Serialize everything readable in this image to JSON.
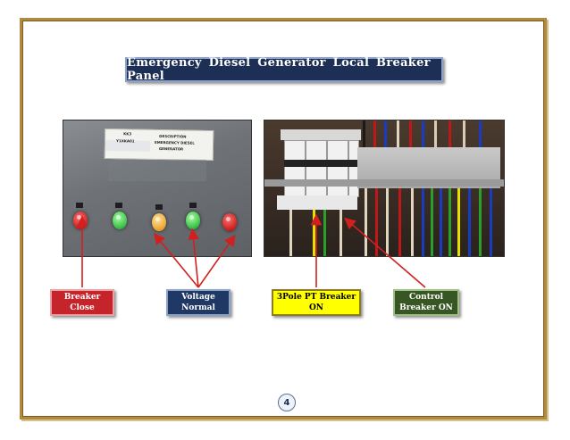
{
  "slide": {
    "title": "Emergency  Diesel  Generator  Local  Breaker  Panel",
    "page_number": "4"
  },
  "nameplate": {
    "line_1_left": "KK3",
    "line_1_right": "DESCRIPTION",
    "line_2_left": "Y1XKA01",
    "line_2_right": "EMERGENCY DIESEL",
    "line_3_right": "GENERATOR"
  },
  "labels": {
    "breaker_close": {
      "line1": "Breaker",
      "line2": "Close"
    },
    "voltage_normal": {
      "line1": "Voltage",
      "line2": "Normal"
    },
    "pt_breaker_on": {
      "line1": "3Pole PT Breaker",
      "line2": "ON"
    },
    "control_breaker_on": {
      "line1": "Control",
      "line2": "Breaker ON"
    }
  },
  "colors": {
    "frame": "#b08a3e",
    "title_bg": "#1d2f55",
    "label_red": "#c4242a",
    "label_navy": "#1f3864",
    "label_yellow": "#ffff00",
    "label_green": "#375623",
    "arrow_red": "#d02020"
  },
  "lamps": [
    "red",
    "green",
    "amber",
    "green",
    "red"
  ]
}
